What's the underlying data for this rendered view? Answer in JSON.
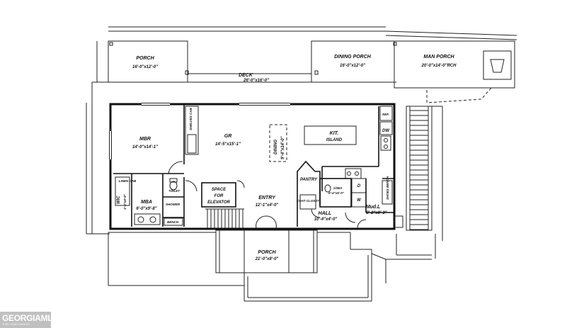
{
  "rooms": {
    "porch_left": {
      "name": "PORCH",
      "dims": "16'-0\"x12'-0\""
    },
    "dining_porch": {
      "name": "DINING PORCH",
      "dims": "16'-0\"x12'-0\""
    },
    "man_porch": {
      "name": "MAN PORCH",
      "dims": "20'-0\"x14'-0\"RCH"
    },
    "deck": {
      "name": "DECK",
      "dims": "26'-0\"x16'-0\""
    },
    "mbr": {
      "name": "MBR",
      "dims": "14'-0\"x14'-1\""
    },
    "gr": {
      "name": "GR",
      "dims": "14'-5\"x15'-1\""
    },
    "dining": {
      "name": "DINING",
      "dims": "9'-4\"x14'-0\""
    },
    "kit": {
      "name": "KIT.",
      "sub": "ISLAND"
    },
    "ref": {
      "name": "REF."
    },
    "dw": {
      "name": "DW"
    },
    "wic": {
      "name": "WIC",
      "dims": "3'-5\"x9'-8\""
    },
    "mba": {
      "name": "MBA",
      "dims": "6'-0\"x9'-8\""
    },
    "toilet": {
      "name": "TOILET"
    },
    "shower": {
      "name": "SHOWER"
    },
    "bench": {
      "name": "BENCH"
    },
    "linen": {
      "name": "LINEN CAB"
    },
    "elevator": {
      "line1": "SPACE",
      "line2": "FOR",
      "line3": "ELEVATOR"
    },
    "entry": {
      "name": "ENTRY",
      "dims": "12'-1\"x4'-0\""
    },
    "pantry": {
      "name": "PANTRY"
    },
    "coat": {
      "name": "COAT CLOSET"
    },
    "half_bath": {
      "name": "1/2BA",
      "dims": "5'-4\"x5'-0\""
    },
    "d": {
      "name": "D"
    },
    "w": {
      "name": "W"
    },
    "hall": {
      "name": "HALL",
      "dims": "10'-4\"x4'-0\""
    },
    "mudl": {
      "name": "Mud.L",
      "dims": "8'-2\"x9'-3\""
    },
    "shoes": {
      "name": "SHOES BENCH"
    },
    "wardrobe": {
      "name": "SHELVES CAB"
    },
    "porch_front": {
      "name": "PORCH",
      "dims": "21'-0\"x8'-0\""
    }
  },
  "watermark": {
    "brand": "GEORGIAMLS",
    "tagline": "fmls smart network"
  }
}
